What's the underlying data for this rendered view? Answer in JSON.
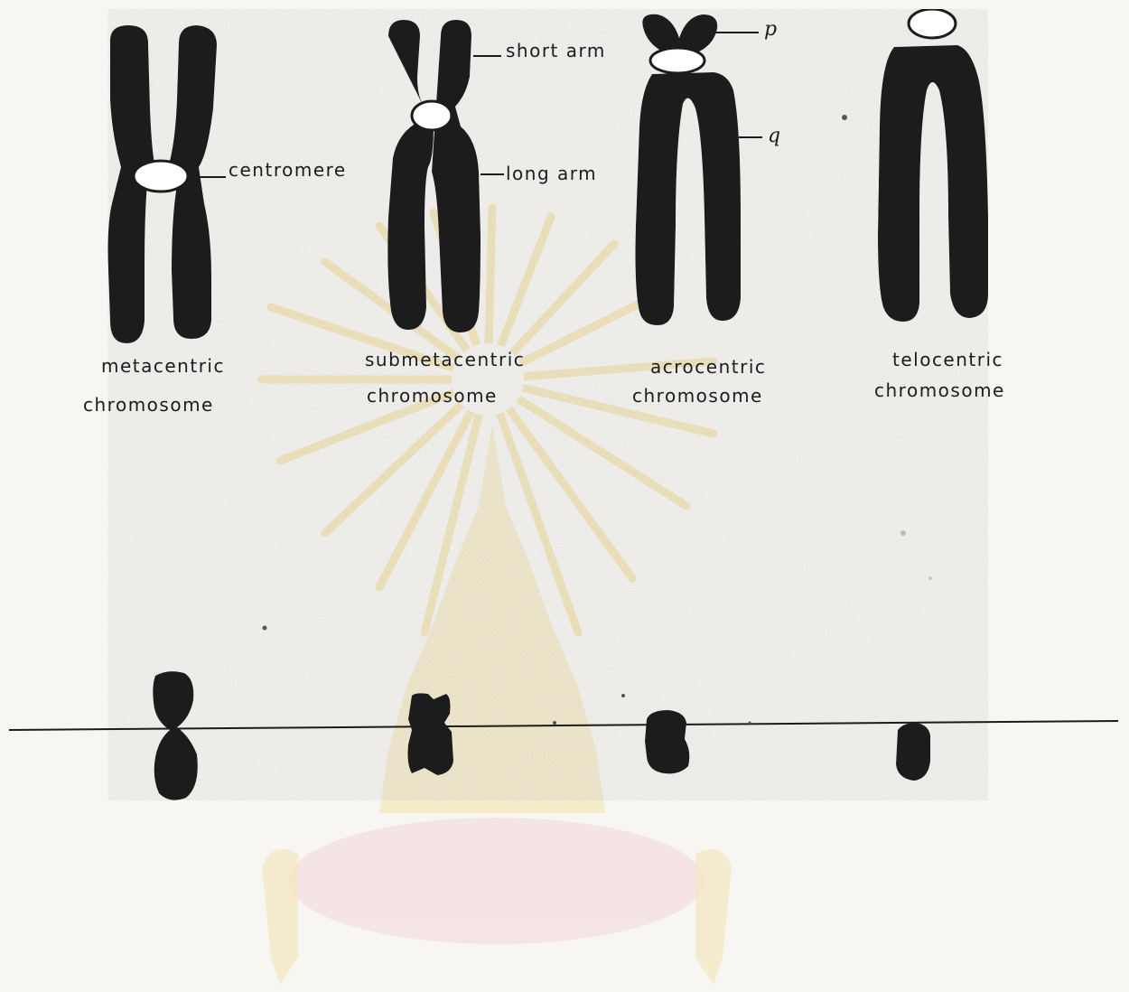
{
  "labels": {
    "centromere": "centromere",
    "short_arm": "short arm",
    "long_arm": "long arm",
    "p_arm": "p",
    "q_arm": "q"
  },
  "chromosomes": [
    {
      "name": "metacentric",
      "line1": "metacentric",
      "line2": "chromosome"
    },
    {
      "name": "submetacentric",
      "line1": "submetacentric",
      "line2": "chromosome"
    },
    {
      "name": "acrocentric",
      "line1": "acrocentric",
      "line2": "chromosome"
    },
    {
      "name": "telocentric",
      "line1": "telocentric",
      "line2": "chromosome"
    }
  ],
  "colors": {
    "ink": "#1c1c1c",
    "paper": "#f7f6f3",
    "watermark_gold": "#f0d88a",
    "watermark_pink": "#f4d7dc"
  },
  "watermark": {
    "icon": "university-emblem-watermark"
  }
}
